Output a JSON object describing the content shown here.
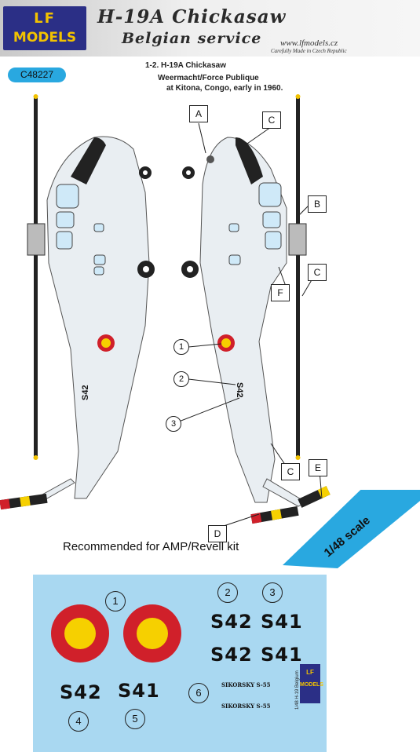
{
  "header": {
    "logo_top": "LF",
    "logo_bottom": "MODELS",
    "title": "H-19A Chickasaw",
    "subtitle": "Belgian service",
    "website": "www.lfmodels.cz",
    "made_in": "Carefully Made in Czech Republic"
  },
  "product_code": "C48227",
  "scheme": {
    "name": "1-2. H-19A Chickasaw",
    "unit": "Weermacht/Force Publique",
    "location": "at Kitona, Congo, early in 1960."
  },
  "callouts": {
    "letters": [
      "A",
      "C",
      "B",
      "C",
      "F",
      "C",
      "E",
      "D"
    ],
    "numbers": [
      "1",
      "2",
      "3"
    ]
  },
  "recommendation": "Recommended for AMP/Revell kit",
  "scale": "1/48 scale",
  "decal_sheet": {
    "numbers": [
      "1",
      "2",
      "3",
      "4",
      "5",
      "6"
    ],
    "serials": [
      "S42",
      "S41",
      "S42",
      "S41",
      "S42",
      "S41"
    ],
    "sikorsky": [
      "SIKORSKY S-55",
      "SIKORSKY S-55"
    ],
    "mini_logo_top": "LF",
    "mini_logo_bottom": "MODELS",
    "mini_text": "1/48 H-19 Belgium"
  },
  "colors": {
    "accent_blue": "#29a8e0",
    "roundel_red": "#d0202a",
    "roundel_yellow": "#f6d000",
    "sheet_blue": "#a9d8f1",
    "logo_navy": "#2b2f86"
  }
}
